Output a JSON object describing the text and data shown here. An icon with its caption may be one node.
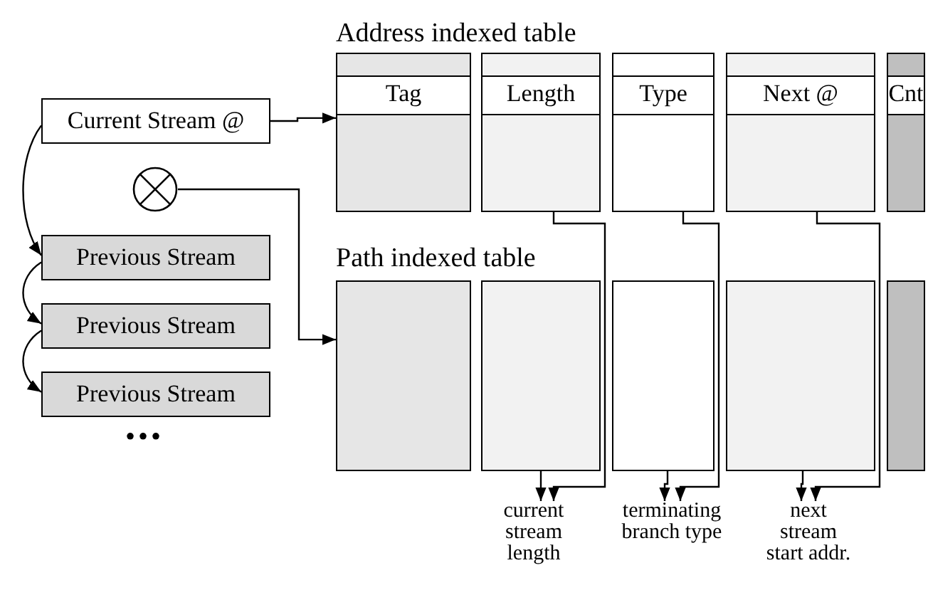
{
  "diagram": {
    "nodes": [
      {
        "text": [
          "Current Stream @"
        ]
      },
      {
        "text": [],
        "shape": "circle"
      },
      {
        "text": [
          "Previous Stream"
        ]
      },
      {
        "text": [
          "Previous Stream"
        ]
      },
      {
        "text": [
          "Previous Stream"
        ]
      },
      {
        "text": [
          "Address indexed table"
        ]
      },
      {
        "text": [
          "Tag"
        ],
        "in": 5
      },
      {
        "text": [
          "Length"
        ],
        "in": 5
      },
      {
        "text": [
          "Type"
        ],
        "in": 5
      },
      {
        "text": [
          "Next @"
        ],
        "in": 5
      },
      {
        "text": [
          "Cnt"
        ],
        "in": 5
      },
      {
        "text": [
          "Path indexed table"
        ]
      },
      {
        "text": [],
        "shape": "box",
        "in": 11
      },
      {
        "text": [],
        "shape": "box",
        "in": 11
      },
      {
        "text": [],
        "shape": "box",
        "in": 11
      },
      {
        "text": [],
        "shape": "box",
        "in": 11
      },
      {
        "text": [],
        "shape": "box",
        "in": 11
      },
      {
        "text": [
          "current stream length"
        ]
      },
      {
        "text": [
          "terminating branch type"
        ]
      },
      {
        "text": [
          "next stream start addr."
        ]
      }
    ],
    "edges": [
      {
        "from": 0,
        "to": 6,
        "arrow": "to"
      },
      {
        "from": 0,
        "to": 2,
        "arrow": "to"
      },
      {
        "from": 2,
        "to": 3,
        "arrow": "to"
      },
      {
        "from": 3,
        "to": 4,
        "arrow": "to"
      },
      {
        "from": 1,
        "to": 12,
        "arrow": "to"
      },
      {
        "from": 7,
        "to": 17,
        "arrow": "to"
      },
      {
        "from": 13,
        "to": 17,
        "arrow": "to"
      },
      {
        "from": 8,
        "to": 18,
        "arrow": "to"
      },
      {
        "from": 14,
        "to": 18,
        "arrow": "to"
      },
      {
        "from": 9,
        "to": 19,
        "arrow": "to"
      },
      {
        "from": 15,
        "to": 19,
        "arrow": "to"
      }
    ],
    "labels": [
      "•••"
    ]
  }
}
